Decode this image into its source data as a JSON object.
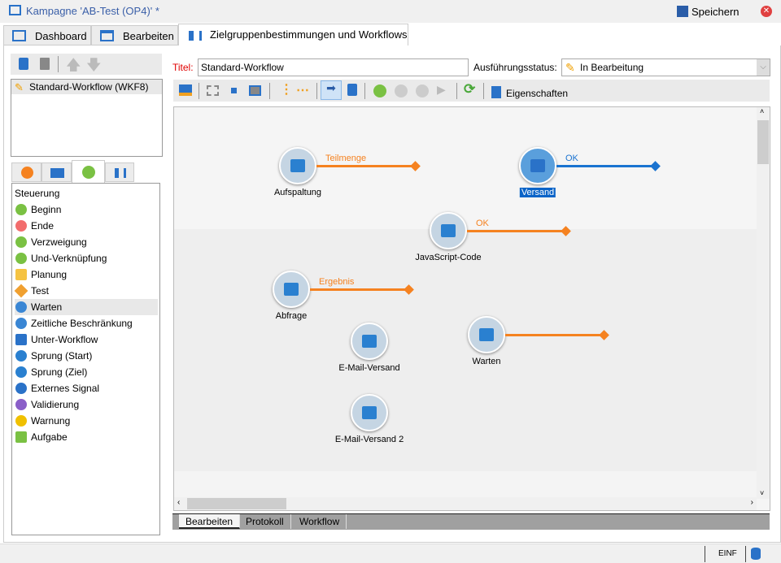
{
  "window": {
    "title": "Kampagne 'AB-Test (OP4)' *",
    "save_label": "Speichern"
  },
  "tabs": [
    {
      "label": "Dashboard"
    },
    {
      "label": "Bearbeiten"
    },
    {
      "label": "Zielgruppenbestimmungen und Workflows"
    }
  ],
  "workflow_list": [
    {
      "label": "Standard-Workflow (WKF8)"
    }
  ],
  "palette": {
    "section": "Steuerung",
    "items": [
      {
        "label": "Beginn",
        "icon": "play-icon",
        "color": "#7ac143"
      },
      {
        "label": "Ende",
        "icon": "stop-icon",
        "color": "#f26d6d"
      },
      {
        "label": "Verzweigung",
        "icon": "fork-icon",
        "color": "#7ac143"
      },
      {
        "label": "Und-Verknüpfung",
        "icon": "join-icon",
        "color": "#7ac143"
      },
      {
        "label": "Planung",
        "icon": "calendar-icon",
        "color": "#f5c342"
      },
      {
        "label": "Test",
        "icon": "diamond-icon",
        "color": "#f0a030"
      },
      {
        "label": "Warten",
        "icon": "clock-icon",
        "color": "#3a86d4"
      },
      {
        "label": "Zeitliche Beschränkung",
        "icon": "clock-icon",
        "color": "#3a86d4"
      },
      {
        "label": "Unter-Workflow",
        "icon": "subworkflow-icon",
        "color": "#2a72c8"
      },
      {
        "label": "Sprung (Start)",
        "icon": "jump-start-icon",
        "color": "#2a80d0"
      },
      {
        "label": "Sprung (Ziel)",
        "icon": "jump-end-icon",
        "color": "#2a80d0"
      },
      {
        "label": "Externes Signal",
        "icon": "signal-icon",
        "color": "#2a72c8"
      },
      {
        "label": "Validierung",
        "icon": "check-icon",
        "color": "#8a5fc8"
      },
      {
        "label": "Warnung",
        "icon": "warning-icon",
        "color": "#f0c000"
      },
      {
        "label": "Aufgabe",
        "icon": "task-icon",
        "color": "#7ac143"
      }
    ]
  },
  "form": {
    "title_label": "Titel:",
    "title_value": "Standard-Workflow",
    "status_label": "Ausführungsstatus:",
    "status_value": "In Bearbeitung"
  },
  "toolbar": {
    "properties_label": "Eigenschaften"
  },
  "nodes": [
    {
      "label": "Aufspaltung",
      "transition": "Teilmenge",
      "color": "#f58220"
    },
    {
      "label": "Versand",
      "transition": "OK",
      "color": "#1a73d0",
      "selected": true
    },
    {
      "label": "JavaScript-Code",
      "transition": "OK",
      "color": "#f58220"
    },
    {
      "label": "Abfrage",
      "transition": "Ergebnis",
      "color": "#f58220"
    },
    {
      "label": "E-Mail-Versand"
    },
    {
      "label": "Warten",
      "transition": "",
      "color": "#f58220"
    },
    {
      "label": "E-Mail-Versand 2"
    }
  ],
  "bottom_tabs": [
    {
      "label": "Bearbeiten"
    },
    {
      "label": "Protokoll"
    },
    {
      "label": "Workflow"
    }
  ],
  "statusbar": {
    "mode": "EINF"
  }
}
